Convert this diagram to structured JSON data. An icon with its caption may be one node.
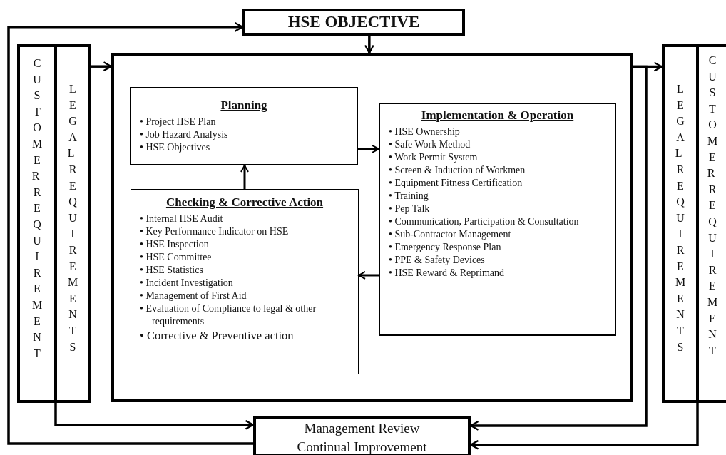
{
  "diagram": {
    "nodes": [
      {
        "text": [
          "HSE OBJECTIVE"
        ]
      },
      {
        "text": [
          "CUSTOMER REQUIREMENT"
        ]
      },
      {
        "text": [
          "LEGAL REQUIREMENTS"
        ]
      },
      {
        "text": [],
        "shape": "box"
      },
      {
        "text": [
          "Planning",
          "• Project HSE Plan",
          "• Job Hazard Analysis",
          "• HSE Objectives"
        ],
        "in": 3
      },
      {
        "text": [
          "Implementation & Operation",
          "• HSE Ownership",
          "• Safe Work Method",
          "• Work Permit System",
          "• Screen & Induction of Workmen",
          "• Equipment Fitness Certification",
          "• Training",
          "• Pep Talk",
          "• Communication, Participation & Consultation",
          "• Sub-Contractor Management",
          "• Emergency Response Plan",
          "• PPE & Safety Devices",
          "• HSE Reward & Reprimand"
        ],
        "in": 3
      },
      {
        "text": [
          "Checking & Corrective Action",
          "• Internal HSE Audit",
          "• Key Performance Indicator on HSE",
          "• HSE Inspection",
          "• HSE Committee",
          "• HSE Statistics",
          "• Incident Investigation",
          "• Management of First Aid",
          "• Evaluation of Compliance to legal & other requirements",
          "• Corrective & Preventive action"
        ],
        "in": 3
      },
      {
        "text": [
          "LEGAL REQUIREMENTS"
        ]
      },
      {
        "text": [
          "CUSTOMER REQUIREMENT"
        ]
      },
      {
        "text": [
          "Management Review",
          "Continual Improvement"
        ]
      }
    ],
    "edges": [
      {
        "from": 9,
        "to": 0,
        "arrow": "to"
      },
      {
        "from": 0,
        "to": 3,
        "arrow": "to"
      },
      {
        "from": 2,
        "to": 3,
        "arrow": "to"
      },
      {
        "from": 1,
        "to": 9,
        "arrow": "to"
      },
      {
        "from": 3,
        "to": 7,
        "arrow": "to"
      },
      {
        "from": 3,
        "to": 9,
        "arrow": "to"
      },
      {
        "from": 8,
        "to": 9,
        "arrow": "to"
      },
      {
        "from": 4,
        "to": 5,
        "arrow": "to"
      },
      {
        "from": 5,
        "to": 6,
        "arrow": "to"
      },
      {
        "from": 6,
        "to": 4,
        "arrow": "to"
      }
    ]
  }
}
